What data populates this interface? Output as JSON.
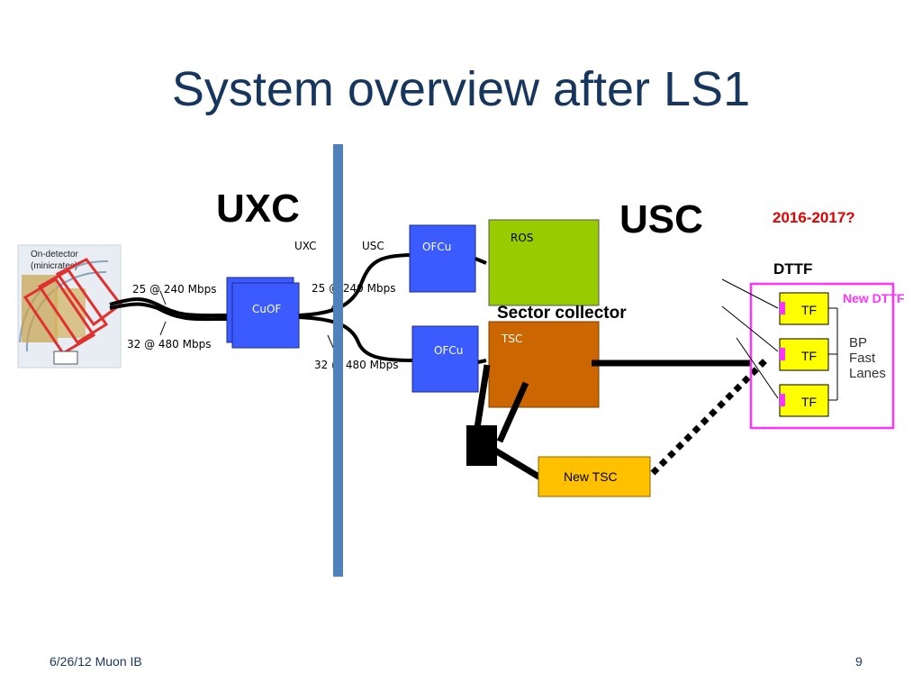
{
  "slide": {
    "title": "System overview after LS1",
    "footer_date_label": "6/26/12 Muon IB",
    "page_number": "9"
  },
  "diagram": {
    "uxc_big": "UXC",
    "usc_big": "USC",
    "year_note": "2016-2017?",
    "on_detector_line1": "On-detector",
    "on_detector_line2": "(minicrates)",
    "link_25_left": "25 @ 240 Mbps",
    "link_32_left": "32 @ 480 Mbps",
    "cuof": "CuOF",
    "uxc_small": "UXC",
    "usc_small": "USC",
    "link_25_right": "25 @ 240 Mbps",
    "link_32_right": "32 @ 480 Mbps",
    "ofcu_top": "OFCu",
    "ofcu_bottom": "OFCu",
    "ros": "ROS",
    "sector_collector": "Sector collector",
    "tsc": "TSC",
    "new_tsc": "New TSC",
    "dttf": "DTTF",
    "new_dttf": "New DTTF",
    "tf1": "TF",
    "tf2": "TF",
    "tf3": "TF",
    "bp_line1": "BP",
    "bp_line2": "Fast",
    "bp_line3": "Lanes"
  },
  "colors": {
    "title": "#17365d",
    "blue_box": "#3b5bff",
    "ros_green": "#99cc00",
    "tsc_orange": "#cc6600",
    "new_tsc_yellow": "#ffc000",
    "tf_yellow": "#ffff00",
    "dttf_magenta": "#ff33ff",
    "divider_blue": "#4f81bd",
    "year_red": "#e00000"
  }
}
